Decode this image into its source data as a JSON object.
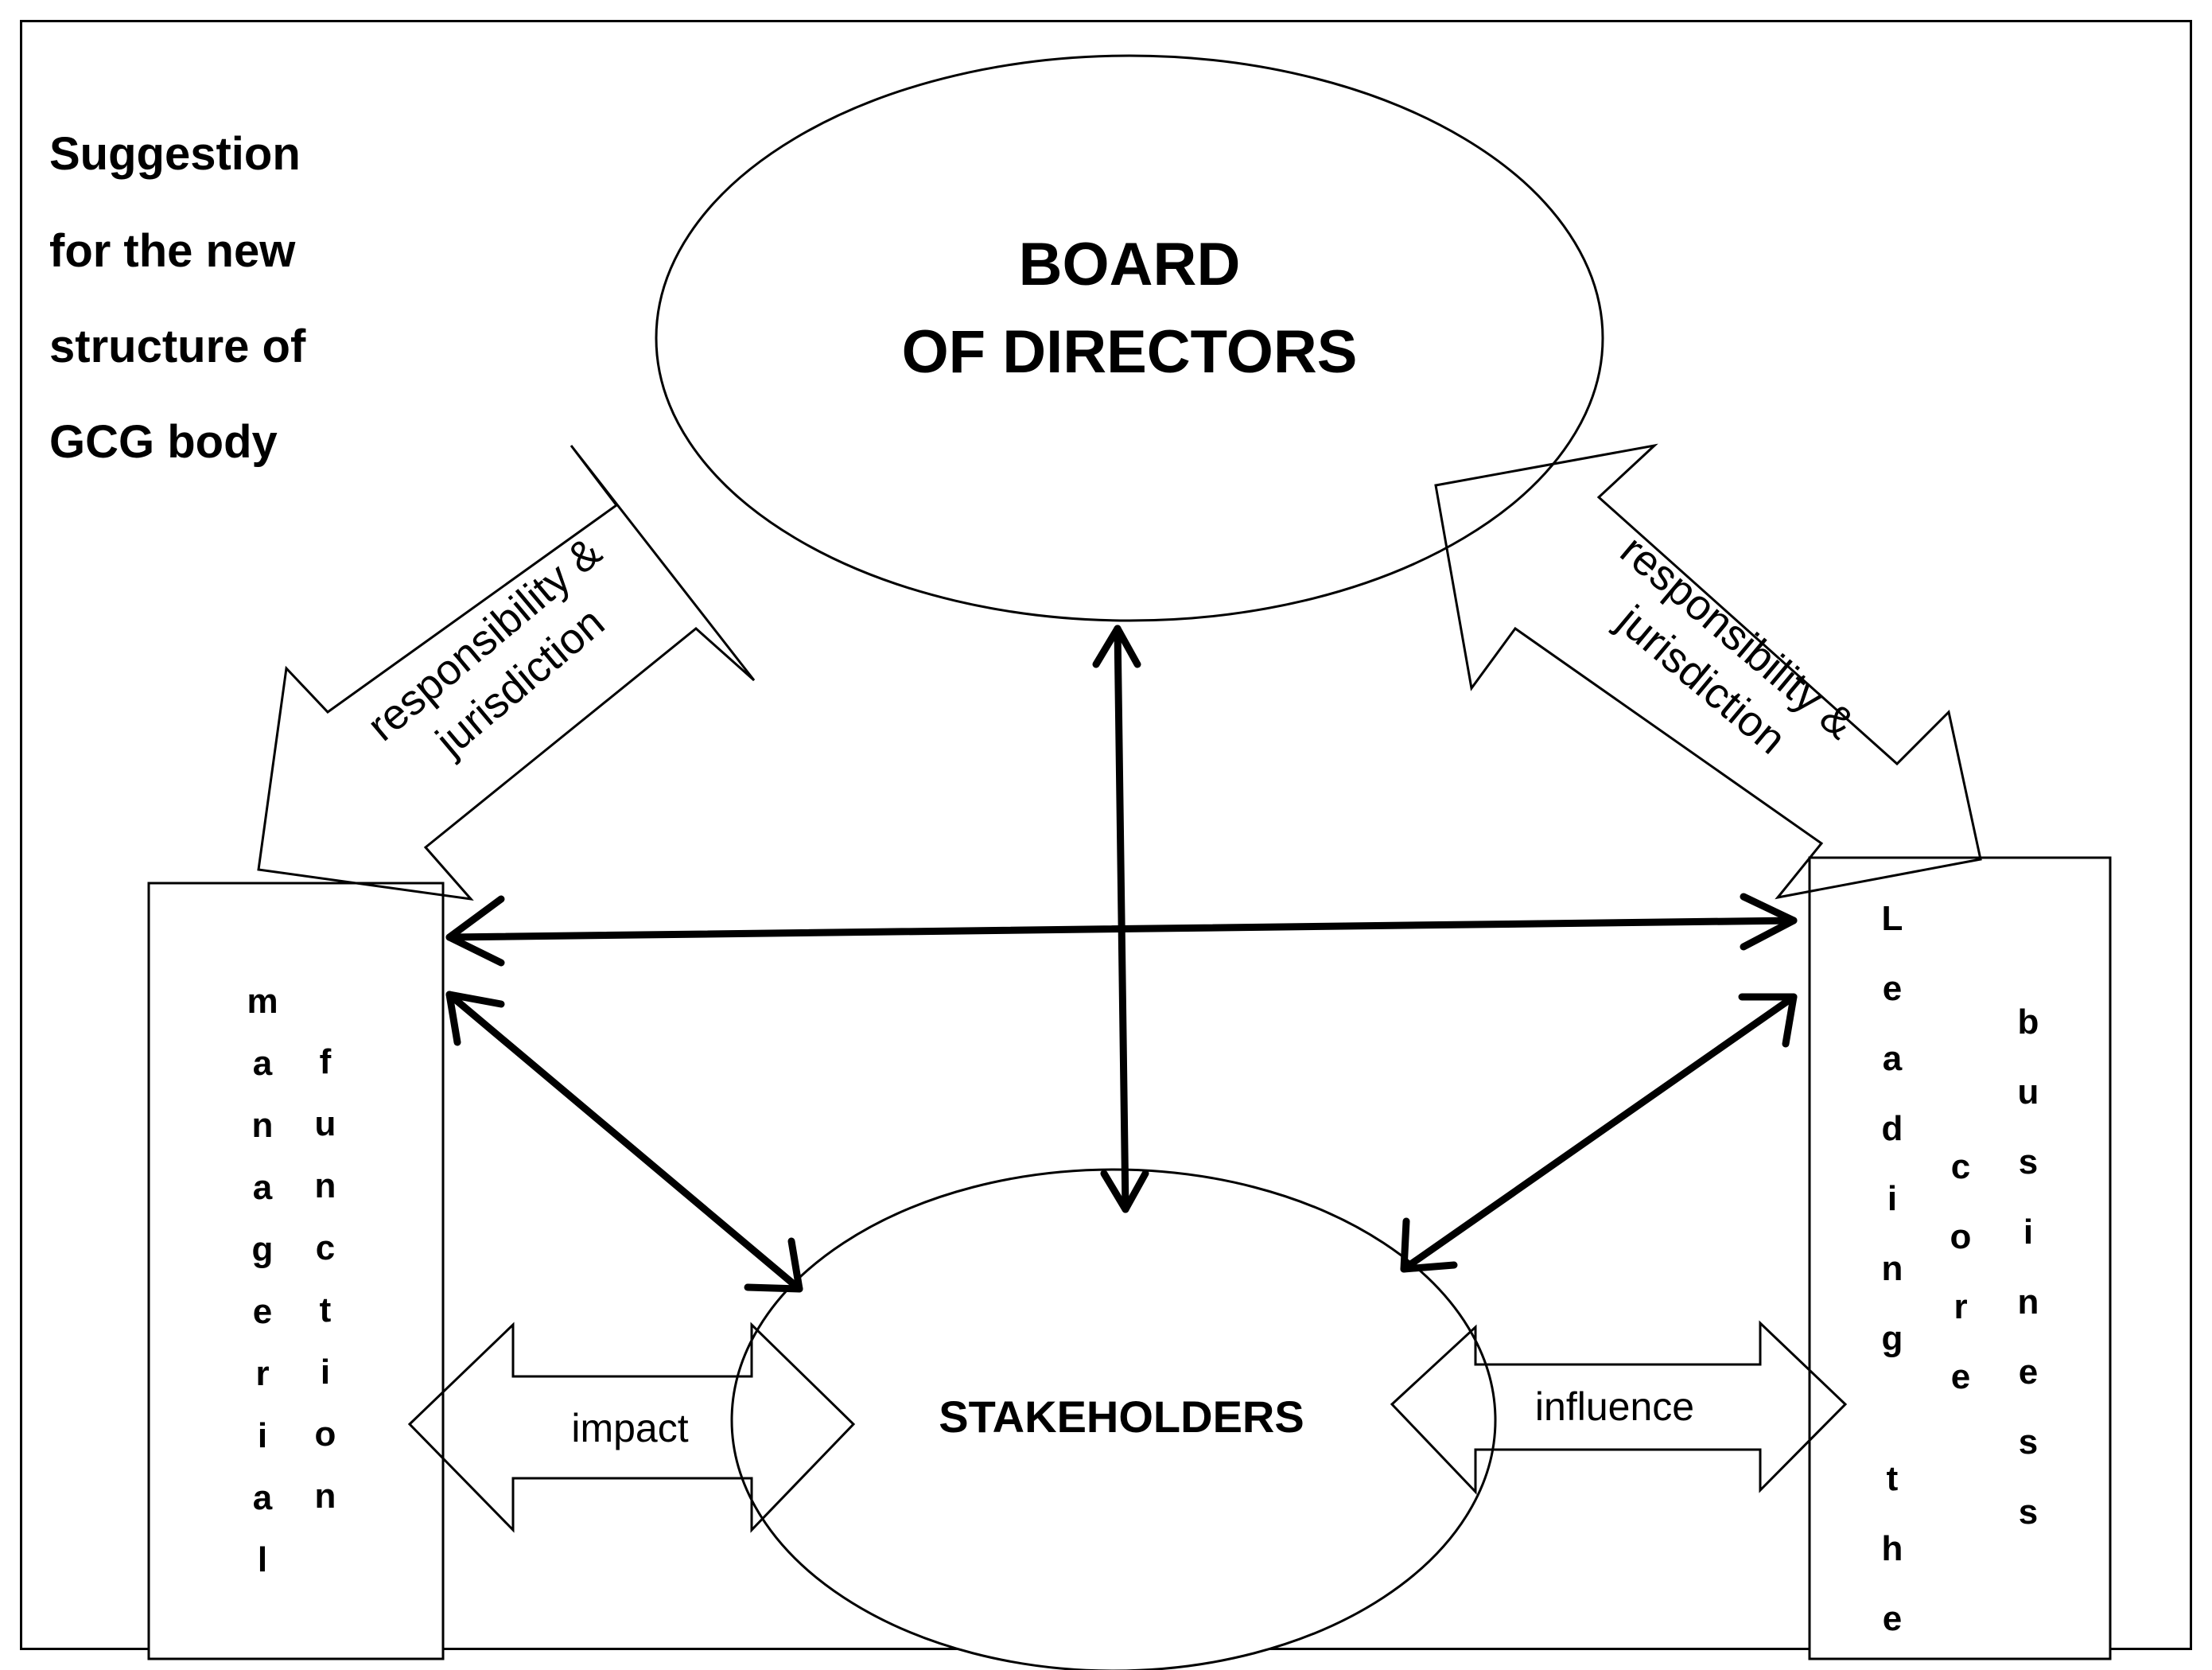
{
  "title": {
    "lines": [
      "Suggestion",
      "for the new",
      "structure of",
      "GCG body"
    ]
  },
  "nodes": {
    "board": [
      "BOARD",
      "OF DIRECTORS"
    ],
    "stakeholders": "STAKEHOLDERS",
    "left_box": {
      "col1": [
        "m",
        "a",
        "n",
        "a",
        "g",
        "e",
        "r",
        "i",
        "a",
        "l"
      ],
      "col2": [
        "f",
        "u",
        "n",
        "c",
        "t",
        "i",
        "o",
        "n"
      ]
    },
    "right_box": {
      "col1": [
        "L",
        "e",
        "a",
        "d",
        "i",
        "n",
        "g",
        "",
        "t",
        "h",
        "e"
      ],
      "col2": [
        "c",
        "o",
        "r",
        "e"
      ],
      "col3": [
        "b",
        "u",
        "s",
        "i",
        "n",
        "e",
        "s",
        "s"
      ]
    }
  },
  "arrow_labels": {
    "left_responsibility": [
      "responsibility &",
      "jurisdiction"
    ],
    "right_responsibility": [
      "responsibility &",
      "jurisdiction"
    ],
    "impact": "impact",
    "influence": "influence"
  },
  "colors": {
    "line": "#000000",
    "background": "#ffffff"
  }
}
